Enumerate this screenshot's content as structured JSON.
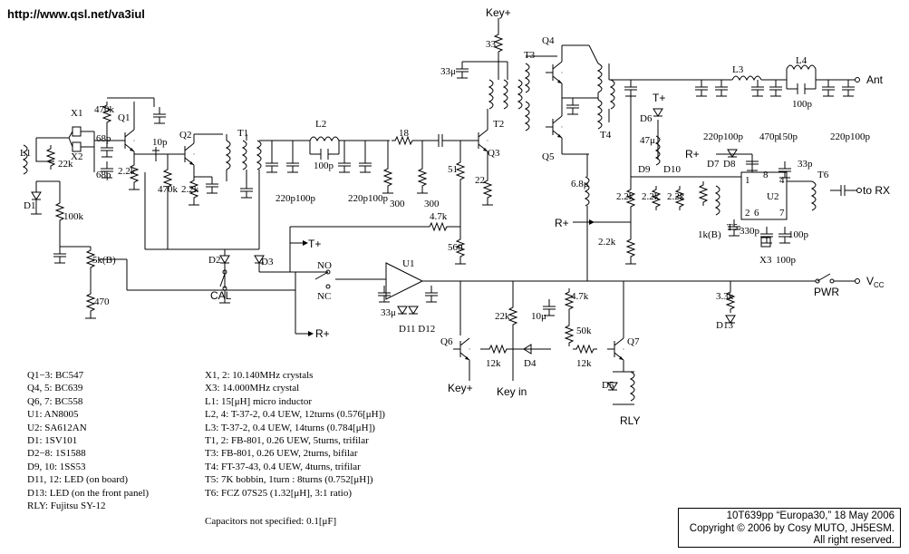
{
  "url": "http://www.qsl.net/va3iul",
  "labels": {
    "key_plus": "Key+",
    "key_in": "Key in",
    "ant": "Ant",
    "to_rx": "to RX",
    "vcc": "V",
    "vcc_sub": "CC",
    "pwr": "PWR",
    "cal": "CAL",
    "rly": "RLY",
    "t_plus": "T+",
    "r_plus": "R+",
    "no": "NO",
    "nc": "NC"
  },
  "components": {
    "r33": "33",
    "c33u": "33μ",
    "q1": "Q1",
    "q2": "Q2",
    "q3": "Q3",
    "q4": "Q4",
    "q5": "Q5",
    "q6": "Q6",
    "q7": "Q7",
    "x1": "X1",
    "x2": "X2",
    "x3": "X3",
    "l1": "L1",
    "l2": "L2",
    "l3": "L3",
    "l4": "L4",
    "t1": "T1",
    "t2": "T2",
    "t3": "T3",
    "t4": "T4",
    "t5": "T5",
    "t6": "T6",
    "u1": "U1",
    "u2": "U2",
    "d1": "D1",
    "d2": "D2",
    "d3": "D3",
    "d4": "D4",
    "d5": "D5",
    "d6": "D6",
    "d7": "D7",
    "d8": "D8",
    "d9": "D9",
    "d10": "D10",
    "d11_12": "D11 D12",
    "d13": "D13",
    "r470k_1": "470k",
    "r22k": "22k",
    "r2_2k_1": "2.2k",
    "c68p_1": "68p",
    "c68p_2": "68p",
    "c10p": "10p",
    "r470k_2": "470k",
    "r2_2k_2": "2.2k",
    "r100k": "100k",
    "r5k": "5k(B)",
    "r470": "470",
    "c220p_1": "220p",
    "c100p_1": "100p",
    "c100p_l2": "100p",
    "c220p_2": "220p",
    "c100p_2": "100p",
    "r300_1": "300",
    "r18": "18",
    "r300_2": "300",
    "r51": "51",
    "r22": "22",
    "r4_7k": "4.7k",
    "r560": "560",
    "c6_8u": "6.8μ",
    "c47u": "47μ",
    "r2_2k_3": "2.2k",
    "r2_2k_4": "2.2k",
    "r2_2k_5": "2.2k",
    "r2_2k_6": "2.2k",
    "r1k": "1k(B)",
    "c220p_3": "220p",
    "c100p_3": "100p",
    "c470p": "470p",
    "c150p": "150p",
    "c100p_l4": "100p",
    "c220p_4": "220p",
    "c100p_4": "100p",
    "c33p": "33p",
    "c330p": "330p",
    "c100p_5": "100p",
    "c100p_6": "100p",
    "r22k_2": "22k",
    "c10u": "10μ",
    "r4_7k_2": "4.7k",
    "r50k": "50k",
    "r12k_1": "12k",
    "r12k_2": "12k",
    "r3_3k": "3.3k",
    "c33u_2": "33μ",
    "u2_pin8": "8",
    "u2_pin1": "1",
    "u2_pin4": "4",
    "u2_pin2": "2",
    "u2_pin6": "6",
    "u2_pin7": "7"
  },
  "legend": [
    "Q1−3: BC547",
    "Q4, 5: BC639",
    "Q6, 7: BC558",
    "U1: AN8005",
    "U2: SA612AN",
    "D1: 1SV101",
    "D2−8: 1S1588",
    "D9, 10: 1SS53",
    "D11, 12: LED (on board)",
    "D13: LED (on  the front panel)",
    "RLY: Fujitsu SY-12"
  ],
  "specs": [
    "X1, 2: 10.140MHz crystals",
    "X3: 14.000MHz crystal",
    "L1: 15[μH] micro inductor",
    "L2, 4: T-37-2, 0.4 UEW, 12turns (0.576[μH])",
    "L3: T-37-2, 0.4 UEW, 14turns (0.784[μH])",
    "T1, 2: FB-801, 0.26 UEW, 5turns, trifilar",
    "T3: FB-801, 0.26 UEW, 2turns, bifilar",
    "T4: FT-37-43, 0.4 UEW, 4turns, trifilar",
    "T5: 7K bobbin, 1turn : 8turns (0.752[μH])",
    "T6: FCZ 07S25 (1.32[μH], 3:1 ratio)"
  ],
  "note": "Capacitors not specified: 0.1[μF]",
  "credit": {
    "line1": "10T639pp “Europa30,” 18 May 2006",
    "line2": "Copyright © 2006 by Cosy MUTO, JH5ESM.",
    "line3": "All right reserved."
  }
}
